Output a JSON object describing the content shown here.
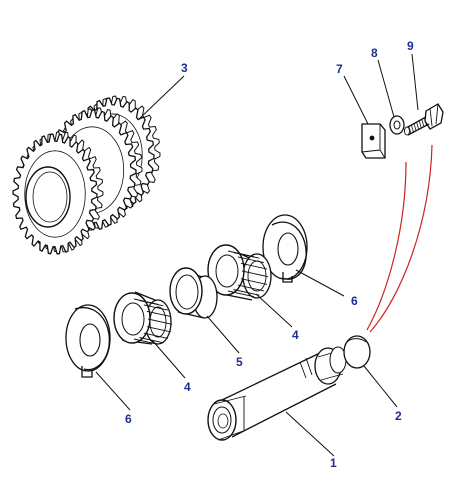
{
  "callouts": {
    "c1": "1",
    "c2": "2",
    "c3": "3",
    "c4a": "4",
    "c4b": "4",
    "c5": "5",
    "c6a": "6",
    "c6b": "6",
    "c7": "7",
    "c8": "8",
    "c9": "9"
  },
  "colors": {
    "callout_text": "#1f2f8c",
    "line_art": "#111111",
    "assembly_line": "#cc2222"
  }
}
